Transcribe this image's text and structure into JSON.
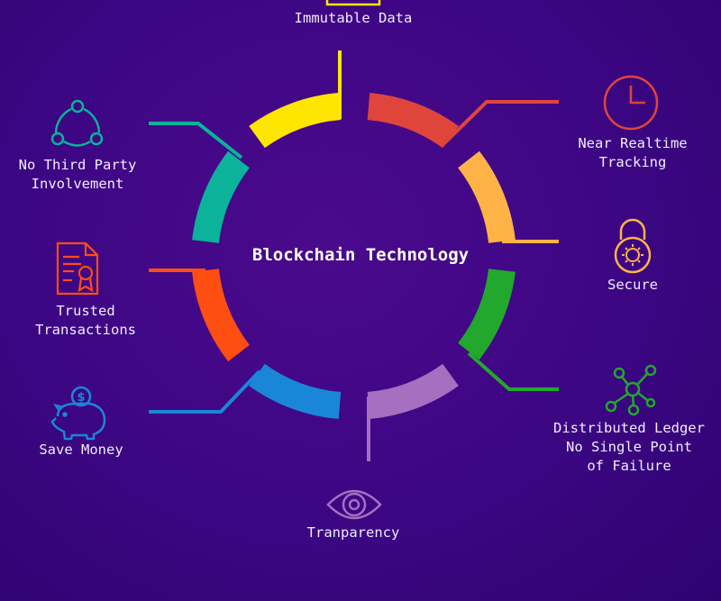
{
  "title": "Blockchain Technology",
  "colors": {
    "yellow": "#ffe600",
    "red": "#e0453c",
    "orange": "#ffb347",
    "green": "#22a82c",
    "purple": "#a66fbf",
    "blue": "#1a86d8",
    "redorange": "#ff4e12",
    "teal": "#0ab39a"
  },
  "features": [
    {
      "id": "immutable",
      "label": "Immutable Data",
      "icon": "document-icon",
      "color": "#ffe600"
    },
    {
      "id": "tracking",
      "label": "Near Realtime\nTracking",
      "icon": "clock-icon",
      "color": "#e0453c"
    },
    {
      "id": "secure",
      "label": "Secure",
      "icon": "padlock-icon",
      "color": "#ffb347"
    },
    {
      "id": "ledger",
      "label": "Distributed Ledger\nNo Single Point\nof Failure",
      "icon": "network-nodes-icon",
      "color": "#22a82c"
    },
    {
      "id": "transparency",
      "label": "Tranparency",
      "icon": "eye-icon",
      "color": "#a66fbf"
    },
    {
      "id": "save",
      "label": "Save Money",
      "icon": "piggy-bank-icon",
      "color": "#1a86d8"
    },
    {
      "id": "trusted",
      "label": "Trusted\nTransactions",
      "icon": "certificate-icon",
      "color": "#ff4e12"
    },
    {
      "id": "thirdparty",
      "label": "No Third Party\nInvolvement",
      "icon": "share-nodes-icon",
      "color": "#0ab39a"
    }
  ]
}
